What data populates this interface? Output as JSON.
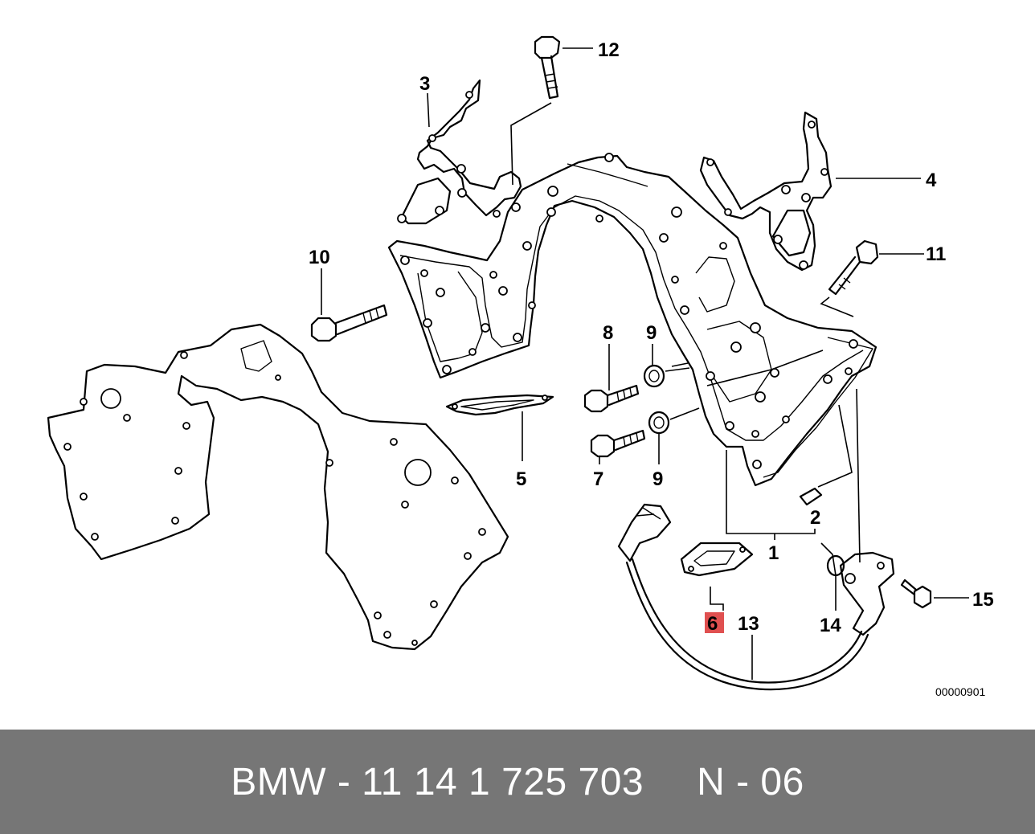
{
  "diagram": {
    "callouts": {
      "c1": "1",
      "c2": "2",
      "c3": "3",
      "c4": "4",
      "c5": "5",
      "c6": "6",
      "c7": "7",
      "c8": "8",
      "c9a": "9",
      "c9b": "9",
      "c10": "10",
      "c11": "11",
      "c12": "12",
      "c13": "13",
      "c14": "14",
      "c15": "15"
    },
    "highlighted_callout": "6",
    "highlight_color": "#e05050",
    "reference_code": "00000901"
  },
  "caption": {
    "part_number": "BMW - 11 14 1 725 703",
    "position": "N - 06"
  },
  "colors": {
    "caption_background": "#767676",
    "caption_text": "#ffffff",
    "line_art": "#000000"
  }
}
